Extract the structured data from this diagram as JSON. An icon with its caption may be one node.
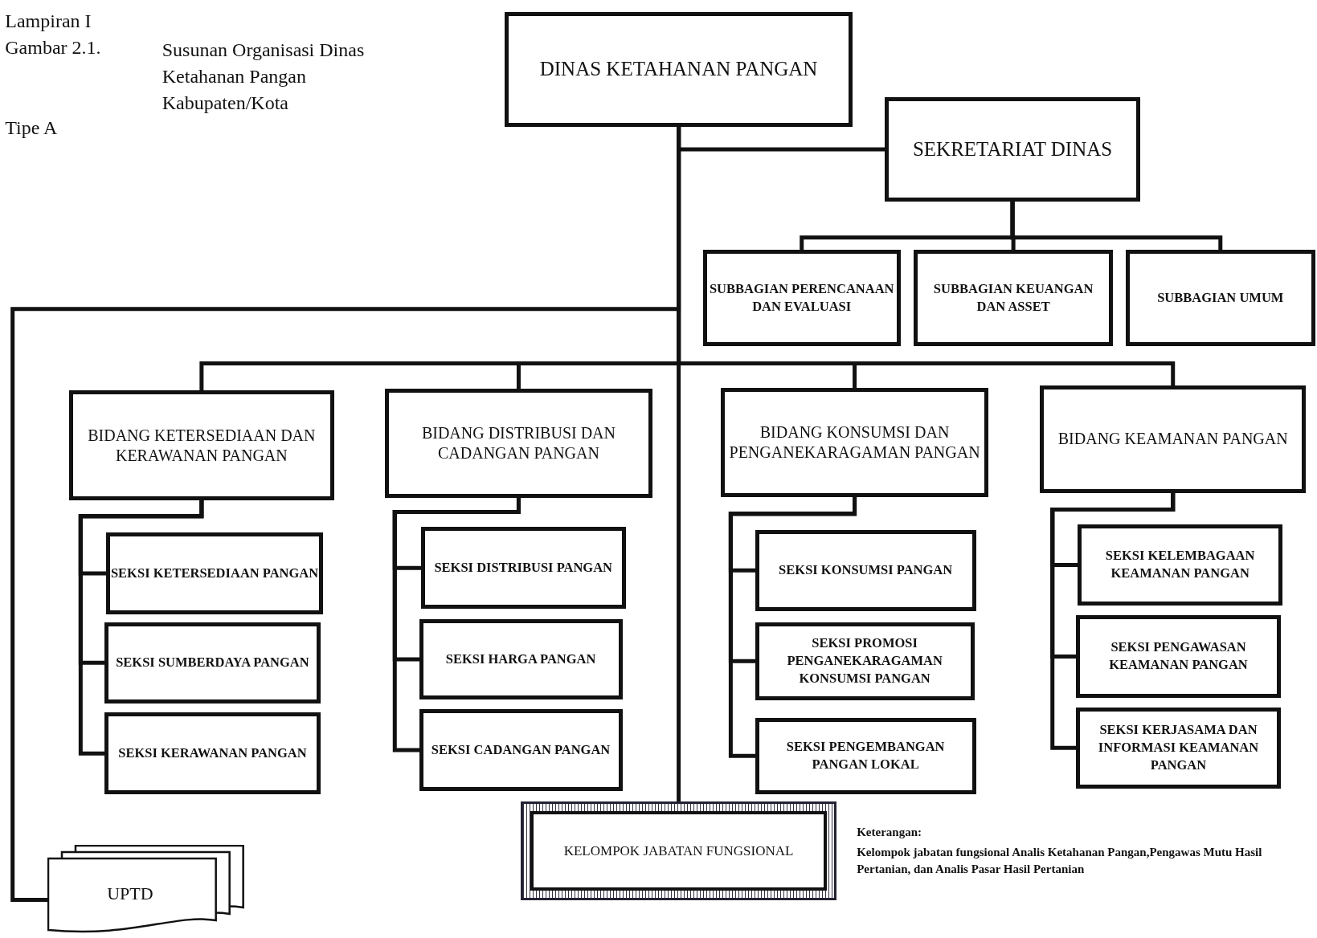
{
  "diagram": {
    "nodes": [
      {
        "text": [
          "DINAS KETAHANAN PANGAN"
        ]
      },
      {
        "text": [
          "SEKRETARIAT DINAS"
        ]
      },
      {
        "text": [
          "SUBBAGIAN PERENCANAAN DAN EVALUASI"
        ]
      },
      {
        "text": [
          "SUBBAGIAN KEUANGAN DAN ASSET"
        ]
      },
      {
        "text": [
          "SUBBAGIAN UMUM"
        ]
      },
      {
        "text": [
          "BIDANG KETERSEDIAAN DAN KERAWANAN PANGAN"
        ]
      },
      {
        "text": [
          "SEKSI KETERSEDIAAN PANGAN"
        ]
      },
      {
        "text": [
          "SEKSI SUMBERDAYA PANGAN"
        ]
      },
      {
        "text": [
          "SEKSI KERAWANAN PANGAN"
        ]
      },
      {
        "text": [
          "BIDANG DISTRIBUSI DAN CADANGAN PANGAN"
        ]
      },
      {
        "text": [
          "SEKSI DISTRIBUSI PANGAN"
        ]
      },
      {
        "text": [
          "SEKSI HARGA PANGAN"
        ]
      },
      {
        "text": [
          "SEKSI CADANGAN PANGAN"
        ]
      },
      {
        "text": [
          "BIDANG KONSUMSI DAN PENGANEKARAGAMAN PANGAN"
        ]
      },
      {
        "text": [
          "SEKSI KONSUMSI PANGAN"
        ]
      },
      {
        "text": [
          "SEKSI PROMOSI PENGANEKARAGAMAN KONSUMSI PANGAN"
        ]
      },
      {
        "text": [
          "SEKSI PENGEMBANGAN PANGAN LOKAL"
        ]
      },
      {
        "text": [
          "BIDANG KEAMANAN PANGAN"
        ]
      },
      {
        "text": [
          "SEKSI KELEMBAGAAN KEAMANAN PANGAN"
        ]
      },
      {
        "text": [
          "SEKSI PENGAWASAN KEAMANAN PANGAN"
        ]
      },
      {
        "text": [
          "SEKSI KERJASAMA DAN INFORMASI KEAMANAN PANGAN"
        ]
      },
      {
        "text": [
          "KELOMPOK JABATAN FUNGSIONAL"
        ]
      },
      {
        "text": [
          "UPTD"
        ]
      }
    ],
    "edges": [
      {
        "from": 0,
        "to": 1,
        "arrow": "none"
      },
      {
        "from": 1,
        "to": 2,
        "arrow": "none"
      },
      {
        "from": 1,
        "to": 3,
        "arrow": "none"
      },
      {
        "from": 1,
        "to": 4,
        "arrow": "none"
      },
      {
        "from": 0,
        "to": 5,
        "arrow": "none"
      },
      {
        "from": 0,
        "to": 9,
        "arrow": "none"
      },
      {
        "from": 0,
        "to": 13,
        "arrow": "none"
      },
      {
        "from": 0,
        "to": 17,
        "arrow": "none"
      },
      {
        "from": 5,
        "to": 6,
        "arrow": "none"
      },
      {
        "from": 5,
        "to": 7,
        "arrow": "none"
      },
      {
        "from": 5,
        "to": 8,
        "arrow": "none"
      },
      {
        "from": 9,
        "to": 10,
        "arrow": "none"
      },
      {
        "from": 9,
        "to": 11,
        "arrow": "none"
      },
      {
        "from": 9,
        "to": 12,
        "arrow": "none"
      },
      {
        "from": 13,
        "to": 14,
        "arrow": "none"
      },
      {
        "from": 13,
        "to": 15,
        "arrow": "none"
      },
      {
        "from": 13,
        "to": 16,
        "arrow": "none"
      },
      {
        "from": 17,
        "to": 18,
        "arrow": "none"
      },
      {
        "from": 17,
        "to": 19,
        "arrow": "none"
      },
      {
        "from": 17,
        "to": 20,
        "arrow": "none"
      },
      {
        "from": 0,
        "to": 21,
        "arrow": "none"
      },
      {
        "from": 0,
        "to": 22,
        "arrow": "none"
      }
    ],
    "labels": [
      "Lampiran I",
      "Gambar 2.1.",
      "Susunan Organisasi Dinas Ketahanan Pangan Kabupaten/Kota",
      "Tipe A",
      "Keterangan:",
      "Kelompok jabatan fungsional Analis Ketahanan Pangan,Pengawas Mutu Hasil Pertanian, dan Analis Pasar Hasil Pertanian"
    ]
  }
}
